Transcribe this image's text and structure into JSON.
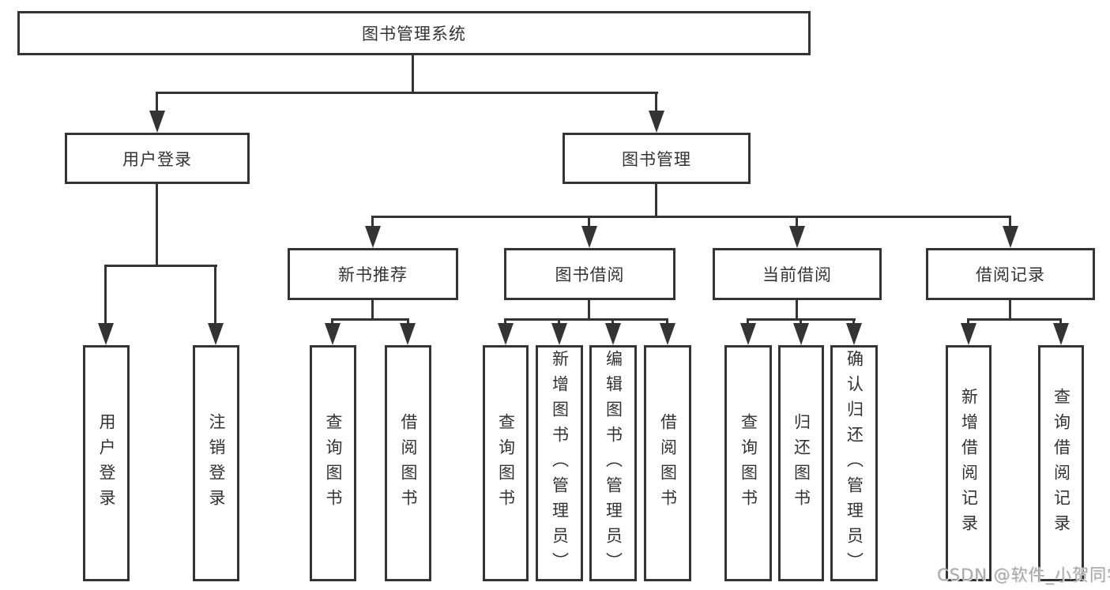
{
  "diagram": {
    "title": "图书管理系统",
    "root": {
      "label": "图书管理系统"
    },
    "branches": [
      {
        "label": "用户登录",
        "children": [
          {
            "label": "用户登录"
          },
          {
            "label": "注销登录"
          }
        ]
      },
      {
        "label": "图书管理",
        "children": [
          {
            "label": "新书推荐",
            "children": [
              {
                "label": "查询图书"
              },
              {
                "label": "借阅图书"
              }
            ]
          },
          {
            "label": "图书借阅",
            "children": [
              {
                "label": "查询图书"
              },
              {
                "label": "新增图书（管理员）"
              },
              {
                "label": "编辑图书（管理员）"
              },
              {
                "label": "借阅图书"
              }
            ]
          },
          {
            "label": "当前借阅",
            "children": [
              {
                "label": "查询图书"
              },
              {
                "label": "归还图书"
              },
              {
                "label": "确认归还（管理员）"
              }
            ]
          },
          {
            "label": "借阅记录",
            "children": [
              {
                "label": "新增借阅记录"
              },
              {
                "label": "查询借阅记录"
              }
            ]
          }
        ]
      }
    ]
  },
  "watermark": {
    "text": "CSDN @软件_小贺同学"
  },
  "colors": {
    "line": "#343434",
    "box_border": "#343434",
    "box_fill": "#ffffff",
    "text": "#333333",
    "watermark": "#aaaaac",
    "background": "#ffffff"
  }
}
